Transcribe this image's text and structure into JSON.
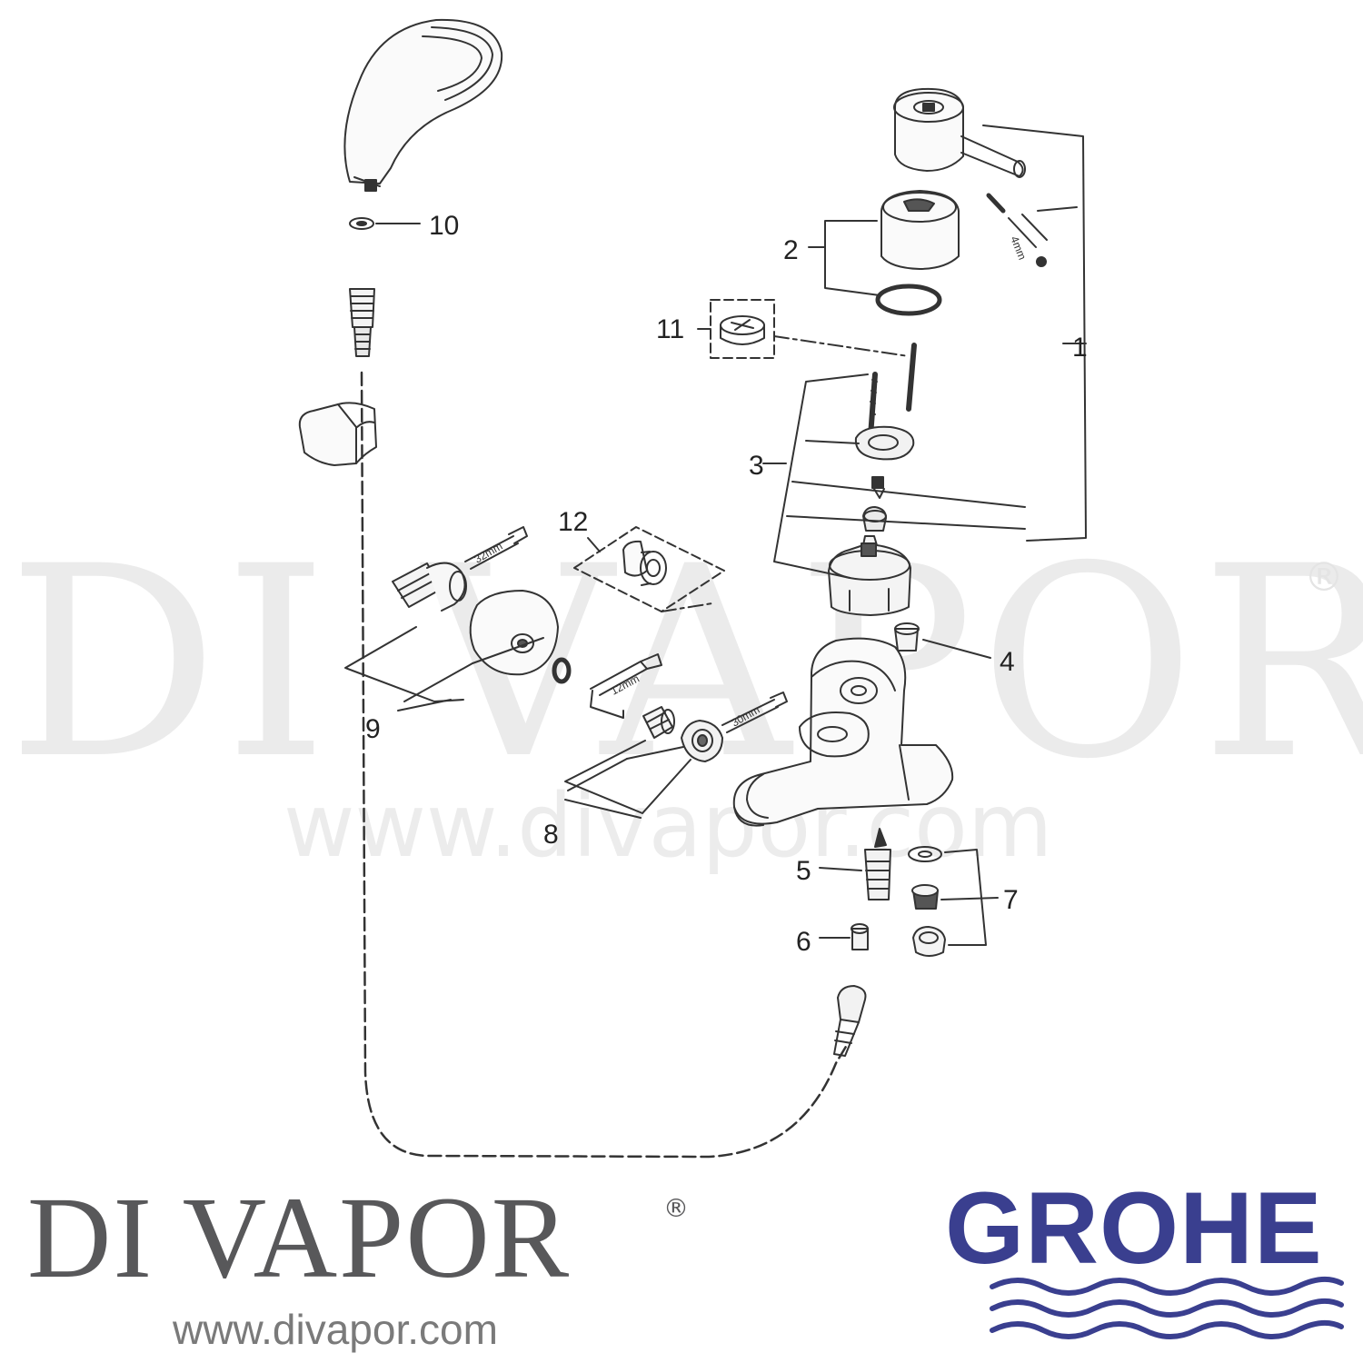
{
  "watermark": {
    "text": "DI VAPOR",
    "reg": "®",
    "url": "www.divapor.com"
  },
  "parts": [
    {
      "id": "part-1",
      "label": "1"
    },
    {
      "id": "part-2",
      "label": "2"
    },
    {
      "id": "part-3",
      "label": "3"
    },
    {
      "id": "part-4",
      "label": "4"
    },
    {
      "id": "part-5",
      "label": "5"
    },
    {
      "id": "part-6",
      "label": "6"
    },
    {
      "id": "part-7",
      "label": "7"
    },
    {
      "id": "part-8",
      "label": "8"
    },
    {
      "id": "part-9",
      "label": "9"
    },
    {
      "id": "part-10",
      "label": "10"
    },
    {
      "id": "part-11",
      "label": "11"
    },
    {
      "id": "part-12",
      "label": "12"
    }
  ],
  "tool_sizes": {
    "hex_key": "4mm",
    "spanner_a": "32mm",
    "spanner_b": "12mm",
    "spanner_c": "30mm"
  },
  "brand": {
    "name": "DI VAPOR",
    "reg": "®",
    "url": "www.divapor.com"
  },
  "logo": {
    "text": "GROHE",
    "color": "#3a3f8f"
  },
  "colors": {
    "line": "#333333",
    "watermark": "#ebebeb",
    "brand_gray": "#58585a"
  }
}
